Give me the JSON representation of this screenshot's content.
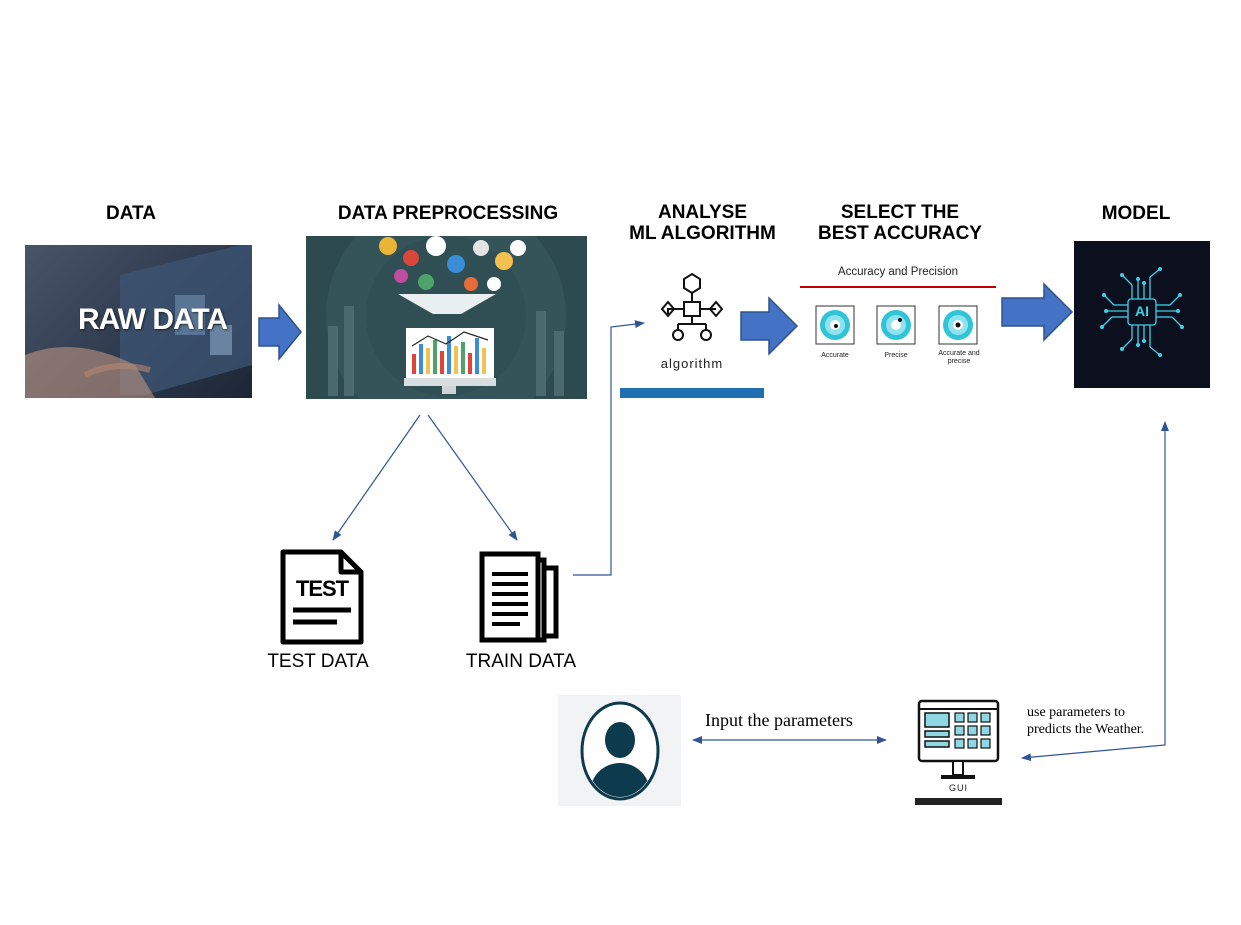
{
  "stages": {
    "data": "DATA",
    "preprocessing": "DATA PREPROCESSING",
    "analyse_line1": "ANALYSE",
    "analyse_line2": "ML ALGORITHM",
    "select_line1": "SELECT THE",
    "select_line2": "BEST ACCURACY",
    "model": "MODEL"
  },
  "images": {
    "raw_data_text": "RAW DATA",
    "algorithm_text": "algorithm",
    "accuracy_title": "Accuracy and Precision",
    "accuracy_items": [
      "Accurate",
      "Precise",
      "Accurate and precise"
    ],
    "ai_text": "AI",
    "gui_text": "GUI"
  },
  "documents": {
    "test_icon_text": "TEST",
    "test_label": "TEST DATA",
    "train_label": "TRAIN DATA"
  },
  "bottom": {
    "input_label": "Input the parameters",
    "use_line1": "use parameters to",
    "use_line2": "predicts the Weather."
  },
  "colors": {
    "block_arrow": "#4472c4",
    "block_arrow_border": "#2f528f",
    "connector": "#2f5597",
    "tablet_bg": "#2e3a4e",
    "preprocessing_bg": "#2d4a4f",
    "ai_bg": "#0b0f1e",
    "ai_glow": "#3fd0e8",
    "target_cyan": "#30c4d8",
    "accuracy_line": "#c00000"
  }
}
